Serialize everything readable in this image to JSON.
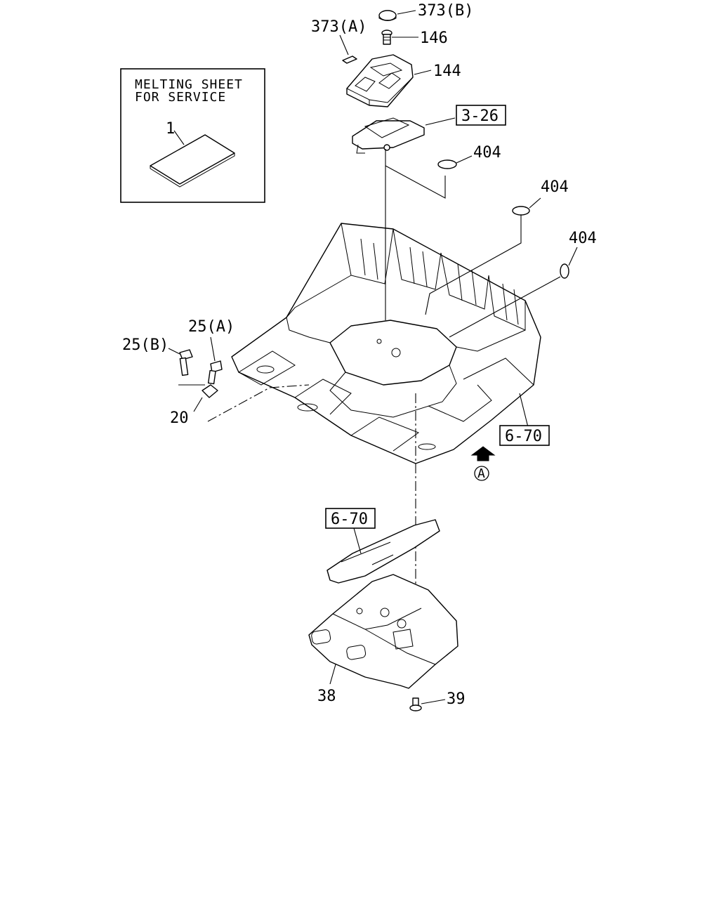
{
  "inset": {
    "title_line1": "MELTING SHEET",
    "title_line2": "FOR SERVICE",
    "part_number": "1"
  },
  "callouts": {
    "c373b": "373(B)",
    "c373a": "373(A)",
    "c146": "146",
    "c144": "144",
    "c404_1": "404",
    "c404_2": "404",
    "c404_3": "404",
    "c25a": "25(A)",
    "c25b": "25(B)",
    "c20": "20",
    "c38": "38",
    "c39": "39"
  },
  "references": {
    "ref_3_26": "3-26",
    "ref_6_70_right": "6-70",
    "ref_6_70_left": "6-70"
  },
  "view_marker": {
    "letter": "A"
  }
}
